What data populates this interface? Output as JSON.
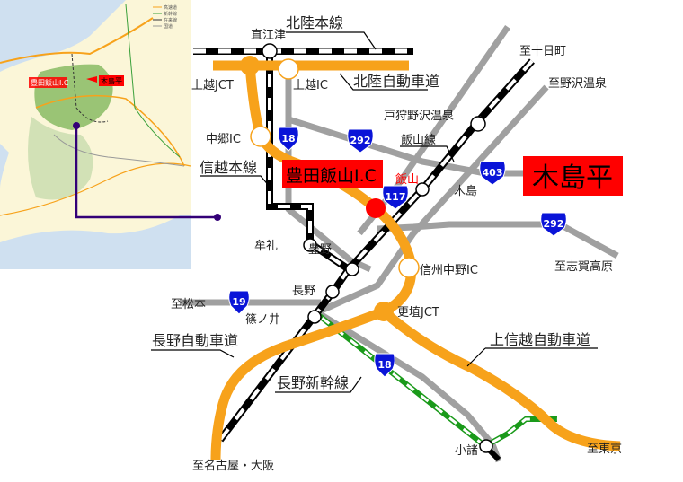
{
  "colors": {
    "expressway": "#f7a21b",
    "road": "#a0a0a0",
    "rail": "#000000",
    "shinkansen": "#1a9a1a",
    "highlight": "#ff0000",
    "shield": "#0a14d8",
    "inset_land": "#fbf6d8",
    "inset_sea": "#cfe0f0",
    "inset_region": "#8fbf6a",
    "pointer": "#330077"
  },
  "inset": {
    "legend": [
      "高速道",
      "新幹線",
      "在来線",
      "国道"
    ],
    "ic_label": "豊田飯山I.C",
    "destination_label": "木島平"
  },
  "rail_lines": {
    "hokuriku": "北陸本線",
    "shinetsu": "信越本線",
    "iiyama": "飯山線",
    "shinkansen": "長野新幹線"
  },
  "expressways": {
    "hokuriku": "北陸自動車道",
    "nagano": "長野自動車道",
    "joshinetsu": "上信越自動車道"
  },
  "interchanges": {
    "joetsu_jct": "上越JCT",
    "joetsu_ic": "上越IC",
    "nakago_ic": "中郷IC",
    "toyota_iiyama_ic": "豊田飯山I.C",
    "shinshu_nakano_ic": "信州中野IC",
    "koshoku_jct": "更埴JCT"
  },
  "stations": {
    "naoetsu": "直江津",
    "togari": "戸狩野沢温泉",
    "iiyama": "飯山",
    "kijima": "木島",
    "mure": "牟礼",
    "toyono": "豊野",
    "nagano": "長野",
    "shinonoi": "篠ノ井",
    "komoro": "小諸"
  },
  "destinations": {
    "tokamachi": "至十日町",
    "nozawa": "至野沢温泉",
    "shiga": "至志賀高原",
    "matsumoto": "至松本",
    "nagoya": "至名古屋・大阪",
    "tokyo": "至東京"
  },
  "routes": {
    "r18a": "18",
    "r18b": "18",
    "r292a": "292",
    "r292b": "292",
    "r403": "403",
    "r117": "117",
    "r19": "19"
  },
  "target": "木島平"
}
